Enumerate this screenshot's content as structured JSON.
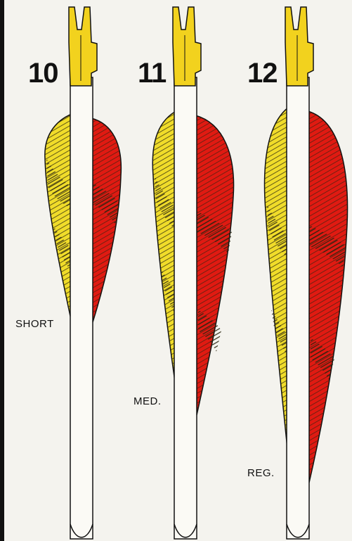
{
  "arrows": [
    {
      "number": "10",
      "length_label": "SHORT"
    },
    {
      "number": "11",
      "length_label": "MED."
    },
    {
      "number": "12",
      "length_label": "REG."
    }
  ],
  "colors": {
    "background": "#f4f3ee",
    "shaft": "#fbfaf5",
    "nock": "#f2d21e",
    "cock_feather": "#f0dc2a",
    "hen_feather": "#e01a12",
    "barring": "#2a2410"
  },
  "icons": [
    "arrow-nock-icon",
    "fletching-feather-icon"
  ]
}
